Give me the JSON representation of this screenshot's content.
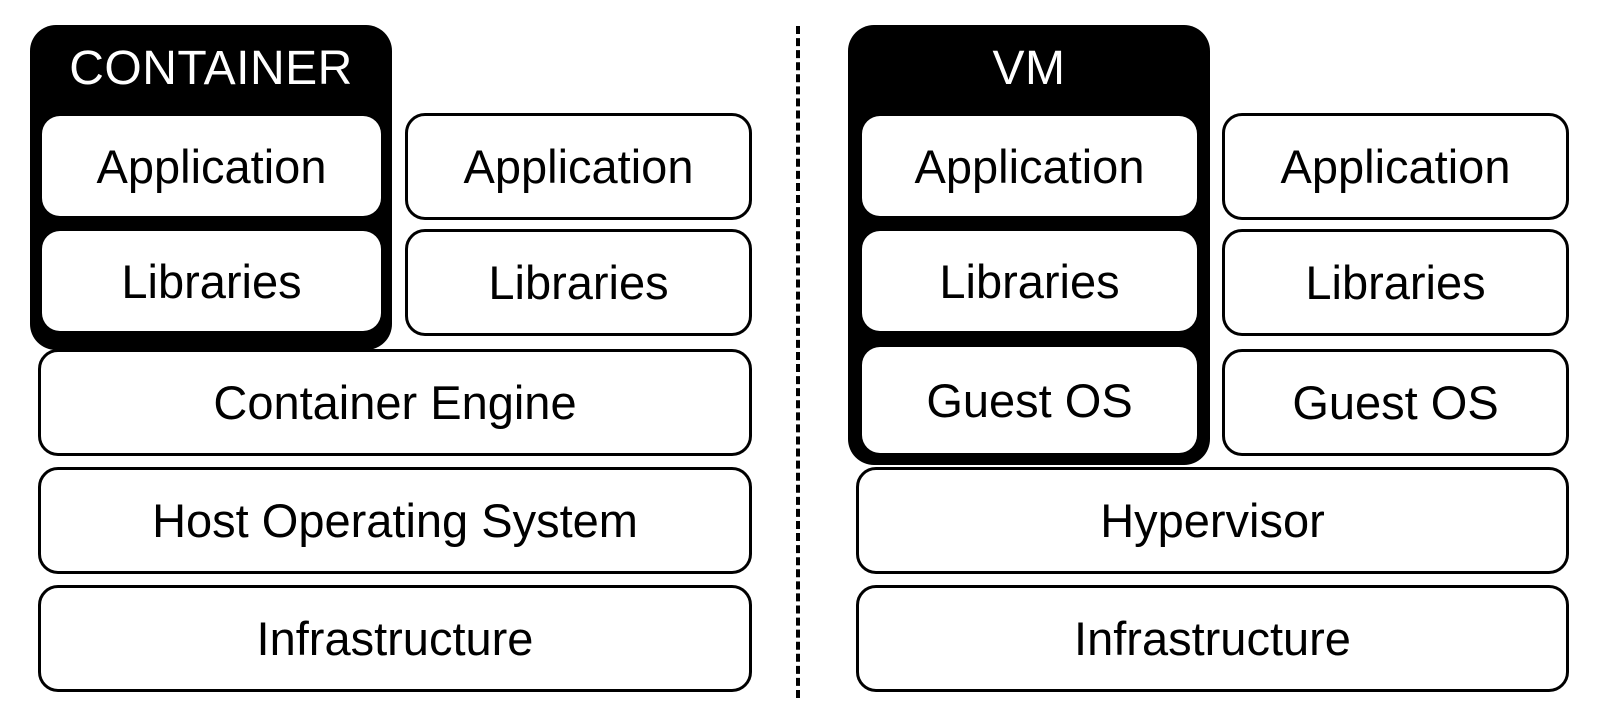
{
  "container_stack": {
    "title": "CONTAINER",
    "highlighted": {
      "application": "Application",
      "libraries": "Libraries"
    },
    "other": {
      "application": "Application",
      "libraries": "Libraries"
    },
    "engine": "Container Engine",
    "host_os": "Host Operating System",
    "infrastructure": "Infrastructure"
  },
  "vm_stack": {
    "title": "VM",
    "highlighted": {
      "application": "Application",
      "libraries": "Libraries",
      "guest_os": "Guest OS"
    },
    "other": {
      "application": "Application",
      "libraries": "Libraries",
      "guest_os": "Guest OS"
    },
    "hypervisor": "Hypervisor",
    "infrastructure": "Infrastructure"
  }
}
